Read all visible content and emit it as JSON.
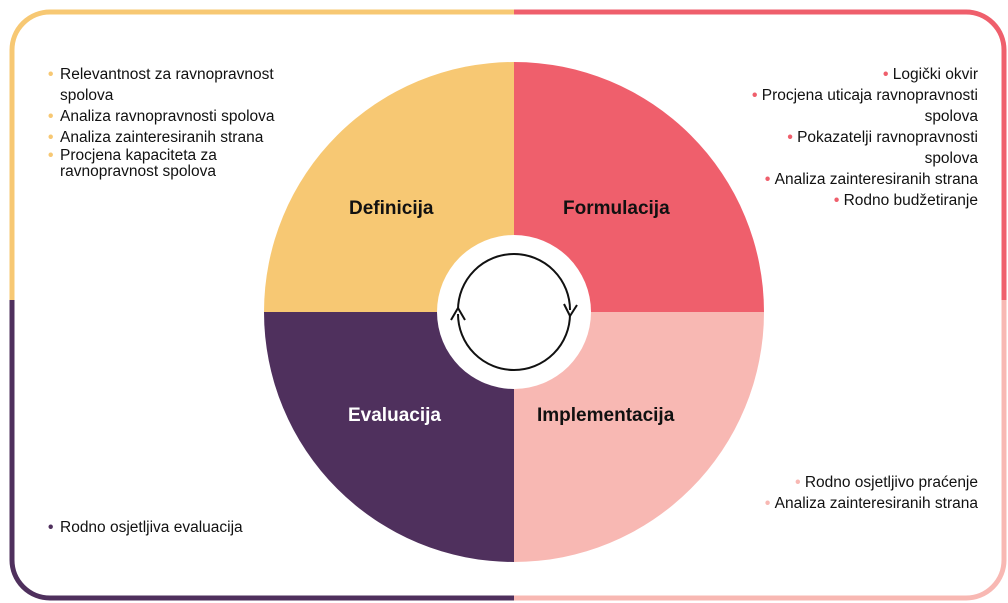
{
  "colors": {
    "definicija": "#f7c873",
    "formulacija": "#ef5f6c",
    "implementacija": "#f8b8b3",
    "evaluacija": "#4f305d",
    "cycle_ring": "#ffffff",
    "cycle_arrow": "#111111"
  },
  "quadrants": {
    "definicija": "Definicija",
    "formulacija": "Formulacija",
    "implementacija": "Implementacija",
    "evaluacija": "Evaluacija"
  },
  "lists": {
    "top_left": [
      "Relevantnost za ravnopravnost spolova",
      "Analiza ravnopravnosti spolova",
      "Analiza zainteresiranih strana",
      "Procjena kapaciteta za ravnopravnost spolova"
    ],
    "top_right": [
      "Logički okvir",
      "Procjena uticaja ravnopravnosti spolova",
      "Pokazatelji ravnopravnosti spolova",
      "Analiza zainteresiranih strana",
      "Rodno budžetiranje"
    ],
    "bottom_right": [
      "Rodno osjetljivo praćenje",
      "Analiza zainteresiranih strana"
    ],
    "bottom_left": [
      "Rodno osjetljiva evaluacija"
    ]
  },
  "icons": {
    "center": "cycle-arrows-icon"
  }
}
